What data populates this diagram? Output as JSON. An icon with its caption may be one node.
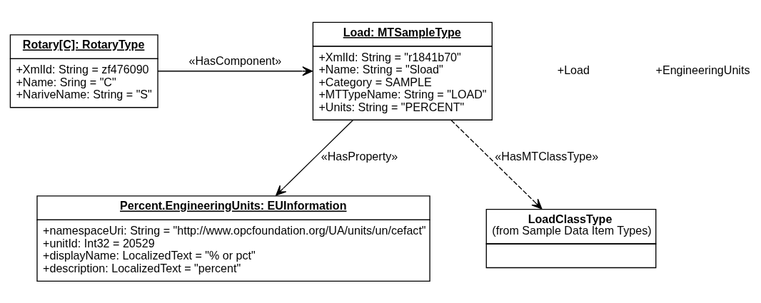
{
  "diagram": {
    "nodes": [
      {
        "text": [
          "Rotary[C]: RotaryType",
          "+XmlId: String = zf476090",
          "+Name: Sring = \"C\"",
          "+NariveName: String = \"S\""
        ]
      },
      {
        "text": [
          "Load: MTSampleType",
          "+XmlId: String = \"r1841b70\"",
          "+Name: String = \"Sload\"",
          "+Category = SAMPLE",
          "+MTTypeName: String = \"LOAD\"",
          "+Units: String = \"PERCENT\""
        ]
      },
      {
        "text": [
          "Percent.EngineeringUnits: EUInformation",
          "+namespaceUri: String = \"http://www.opcfoundation.org/UA/units/un/cefact\"",
          "+unitId: Int32 = 20529",
          "+displayName: LocalizedText = \"% or pct\"",
          "+description: LocalizedText = \"percent\""
        ]
      },
      {
        "text": [
          "LoadClassType",
          "(from Sample Data Item Types)"
        ]
      }
    ],
    "edges": [
      {
        "from": 0,
        "to": 1,
        "arrow": "to",
        "label": "«HasComponent»"
      },
      {
        "from": 1,
        "to": 2,
        "arrow": "to",
        "label": "«HasProperty»"
      },
      {
        "from": 1,
        "to": 3,
        "arrow": "to",
        "label": "«HasMTClassType»",
        "style": "dashed"
      }
    ],
    "labels": [
      "+Load",
      "+EngineeringUnits"
    ]
  }
}
